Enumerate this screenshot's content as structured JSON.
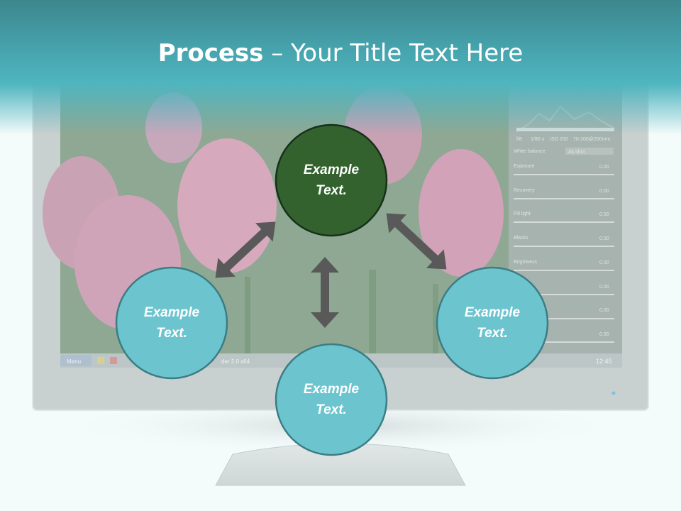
{
  "slide": {
    "title_bold": "Process",
    "title_rest": " – Your Title Text Here"
  },
  "nodes": [
    {
      "id": "top",
      "text": "Example\nText.",
      "fill": "#33622f"
    },
    {
      "id": "left",
      "text": "Example\nText.",
      "fill": "#6cc4cf"
    },
    {
      "id": "right",
      "text": "Example\nText.",
      "fill": "#6cc4cf"
    },
    {
      "id": "bottom",
      "text": "Example\nText.",
      "fill": "#6cc4cf"
    }
  ],
  "background_screen": {
    "taskbar_menu_label": "Menu",
    "taskbar_window_label": "der 2.0 x64",
    "clock": "12:45",
    "panel_labels": [
      "White balance",
      "As shot",
      "Exposure",
      "Recovery",
      "Fill light",
      "Blacks",
      "Brightness"
    ],
    "slider_values": [
      "0.00",
      "0.00",
      "0.00",
      "0.00",
      "0.00",
      "0.00",
      "0.00",
      "0.00"
    ],
    "histogram_info": [
      "f/8",
      "1/80 s",
      "ISO 200",
      "70-200@200mm"
    ]
  },
  "colors": {
    "header": "#47a6b0",
    "node_dark": "#33622f",
    "node_light": "#6cc4cf",
    "node_stroke": "#3b7d84",
    "arrow": "#595959"
  }
}
